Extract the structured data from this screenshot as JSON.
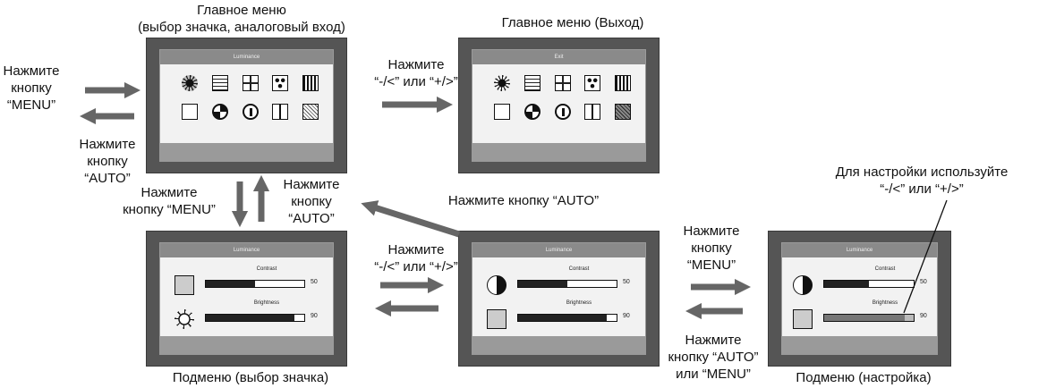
{
  "labels": {
    "main_menu_top": "Главное меню\n(выбор значка, аналоговый вход)",
    "main_menu_exit": "Главное меню (Выход)",
    "press_menu_left": "Нажмите\nкнопку\n“MENU”",
    "press_auto_left": "Нажмите\nкнопку\n“AUTO”",
    "press_minus_plus_top": "Нажмите\n“-/<” или “+/>”",
    "press_menu_down": "Нажмите\nкнопку “MENU”",
    "press_auto_up": "Нажмите\nкнопку\n“AUTO”",
    "press_auto_diag": "Нажмите кнопку “AUTO”",
    "press_minus_plus_mid": "Нажмите\n“-/<” или “+/>”",
    "press_menu_right": "Нажмите\nкнопку\n“MENU”",
    "press_auto_or_menu": "Нажмите\nкнопку “AUTO”\nили “MENU”",
    "adjust_hint": "Для настройки используйте\n“-/<” или “+/>”",
    "submenu_select": "Подменю (выбор значка)",
    "submenu_adjust": "Подменю (настройка)"
  },
  "screens": {
    "main": {
      "title": "Luminance"
    },
    "exit": {
      "title": "Exit"
    },
    "sub1": {
      "title": "Luminance"
    },
    "sub2": {
      "title": "Luminance"
    },
    "sub3": {
      "title": "Luminance"
    }
  },
  "sliders": {
    "contrast_label": "Contrast",
    "brightness_label": "Brightness",
    "contrast_value": "50",
    "brightness_value": "90"
  },
  "levels": {
    "contrast": 0.5,
    "brightness": 0.9
  },
  "colors": {
    "arrow": "#666666",
    "screen_frame": "#555555",
    "screen_panel": "#f2f2f2"
  }
}
